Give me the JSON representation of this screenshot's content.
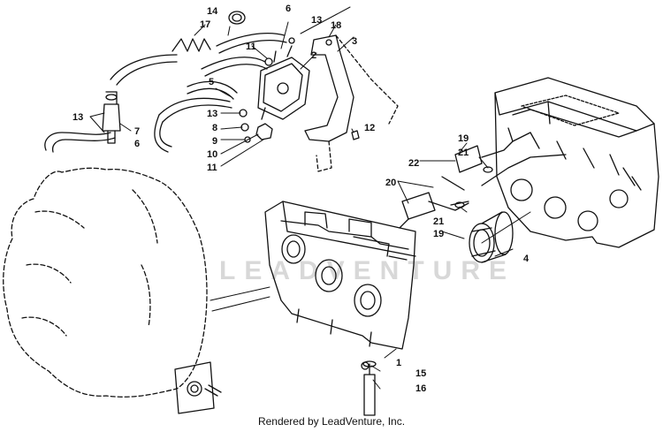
{
  "diagram": {
    "callouts": [
      {
        "id": "c1",
        "text": "1"
      },
      {
        "id": "c2",
        "text": "2"
      },
      {
        "id": "c3",
        "text": "3"
      },
      {
        "id": "c4",
        "text": "4"
      },
      {
        "id": "c5",
        "text": "5"
      },
      {
        "id": "c6a",
        "text": "6"
      },
      {
        "id": "c6b",
        "text": "6"
      },
      {
        "id": "c7",
        "text": "7"
      },
      {
        "id": "c8",
        "text": "8"
      },
      {
        "id": "c9",
        "text": "9"
      },
      {
        "id": "c10",
        "text": "10"
      },
      {
        "id": "c11a",
        "text": "11"
      },
      {
        "id": "c11b",
        "text": "11"
      },
      {
        "id": "c12",
        "text": "12"
      },
      {
        "id": "c13a",
        "text": "13"
      },
      {
        "id": "c13b",
        "text": "13"
      },
      {
        "id": "c13c",
        "text": "13"
      },
      {
        "id": "c14",
        "text": "14"
      },
      {
        "id": "c15",
        "text": "15"
      },
      {
        "id": "c16",
        "text": "16"
      },
      {
        "id": "c17",
        "text": "17"
      },
      {
        "id": "c18",
        "text": "18"
      },
      {
        "id": "c19a",
        "text": "19"
      },
      {
        "id": "c19b",
        "text": "19"
      },
      {
        "id": "c20",
        "text": "20"
      },
      {
        "id": "c21a",
        "text": "21"
      },
      {
        "id": "c21b",
        "text": "21"
      },
      {
        "id": "c22",
        "text": "22"
      }
    ]
  },
  "watermark": {
    "text": "LEADVENTURE"
  },
  "footer": {
    "credit": "Rendered by LeadVenture, Inc."
  }
}
